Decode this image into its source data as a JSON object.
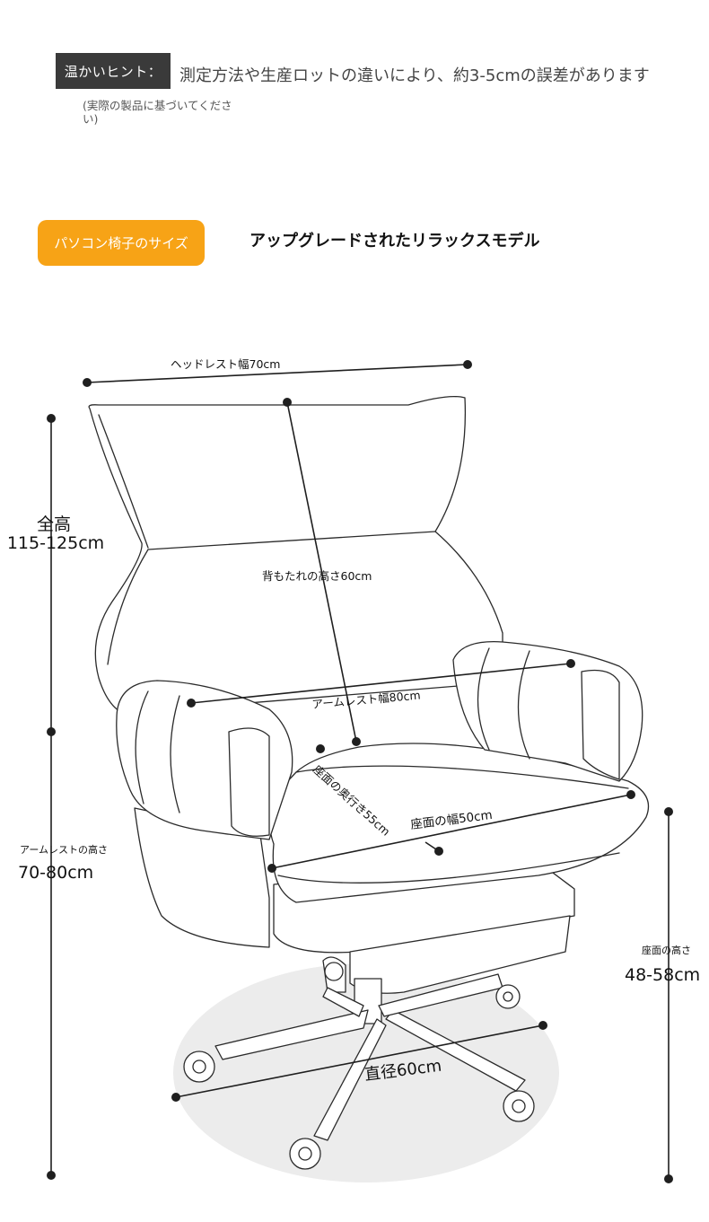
{
  "tip": {
    "badge": "温かいヒント：",
    "text": "測定方法や生産ロットの違いにより、約3-5cmの誤差があります",
    "note": "(実際の製品に基づいてください)"
  },
  "header": {
    "size_badge": "パソコン椅子のサイズ",
    "model_title": "アップグレードされたリラックスモデル"
  },
  "dimensions": {
    "headrest_width": "ヘッドレスト幅70cm",
    "total_height_title": "全高",
    "total_height_value": "115-125cm",
    "backrest_height": "背もたれの高さ60cm",
    "armrest_width": "アームレスト幅80cm",
    "seat_depth": "座面の奥行き55cm",
    "seat_width": "座面の幅50cm",
    "armrest_height_title": "アームレストの高さ",
    "armrest_height_value": "70-80cm",
    "seat_height_title": "座面の高さ",
    "seat_height_value": "48-58cm",
    "base_diameter": "直径60cm"
  },
  "colors": {
    "tip_badge_bg": "#3a3a3a",
    "size_badge_bg": "#f7a316",
    "base_shadow": "#ececec"
  }
}
